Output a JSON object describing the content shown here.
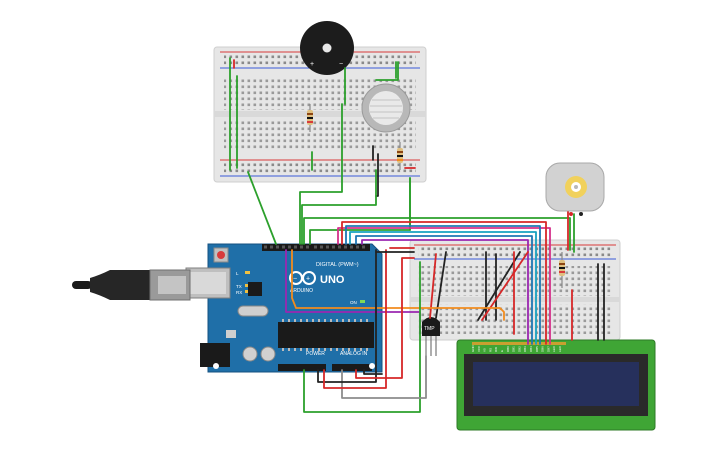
{
  "arduino": {
    "brand": "ARDUINO",
    "model": "UNO",
    "digital_label": "DIGITAL (PWM~)",
    "power_label": "POWER",
    "analog_label": "ANALOG IN",
    "tx_label": "TX",
    "rx_label": "RX",
    "l_label": "L",
    "on_label": "ON"
  },
  "components": {
    "buzzer_plus": "+",
    "buzzer_minus": "−",
    "temp_sensor_label": "TMP",
    "lcd_pin_labels": [
      "GND",
      "VCC",
      "V0",
      "RS",
      "RW",
      "E",
      "DB0",
      "DB1",
      "DB2",
      "DB3",
      "DB4",
      "DB5",
      "DB6",
      "DB7",
      "LED",
      "LED"
    ]
  },
  "colors": {
    "breadboard": "#e6e6e6",
    "breadboard_edge": "#cfcfcf",
    "rail_red": "#d83b3b",
    "rail_blue": "#3b5bd8",
    "arduino_blue": "#1f6fa8",
    "lcd_green": "#3fa535",
    "lcd_screen": "#26305c",
    "wire_green": "#2ca02c",
    "wire_red": "#d62728",
    "wire_black": "#222222",
    "wire_blue": "#1f77b4",
    "wire_orange": "#f28c1e",
    "wire_purple": "#9b27b0",
    "wire_magenta": "#d4308a",
    "wire_gray": "#8c8c8c",
    "wire_cyan": "#17a2c0"
  }
}
